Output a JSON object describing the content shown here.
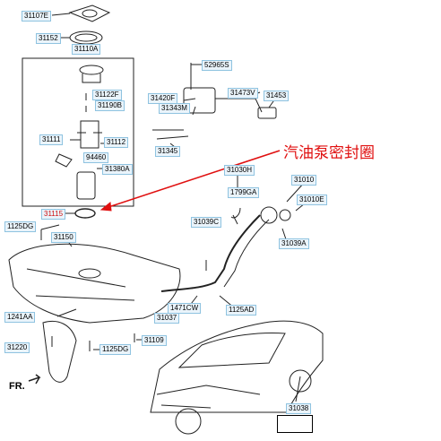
{
  "labels": {
    "p31107E": "31107E",
    "p31152": "31152",
    "p31110A": "31110A",
    "p31122F": "31122F",
    "p31190B": "31190B",
    "p31111": "31111",
    "p31112": "31112",
    "p94460": "94460",
    "p31380A": "31380A",
    "p31115": "31115",
    "p1125DG_a": "1125DG",
    "p31150": "31150",
    "p52965S": "52965S",
    "p31420F": "31420F",
    "p31343M": "31343M",
    "p31473V": "31473V",
    "p31453": "31453",
    "p31345": "31345",
    "p31030H": "31030H",
    "p1799GA": "1799GA",
    "p31010": "31010",
    "p31010E": "31010E",
    "p31039C": "31039C",
    "p31039A": "31039A",
    "p1241AA": "1241AA",
    "p31220": "31220",
    "p1471CW": "1471CW",
    "p31037": "31037",
    "p1125AD": "1125AD",
    "p1125DG_b": "1125DG",
    "p31109": "31109",
    "p31038": "31038"
  },
  "annotation": "汽油泵密封圈",
  "direction": "FR.",
  "colors": {
    "label_bg": "#eaf4fb",
    "label_border": "#8fc3e0",
    "annotation": "#e01010",
    "arrow": "#e01010",
    "outline": "#222222"
  }
}
